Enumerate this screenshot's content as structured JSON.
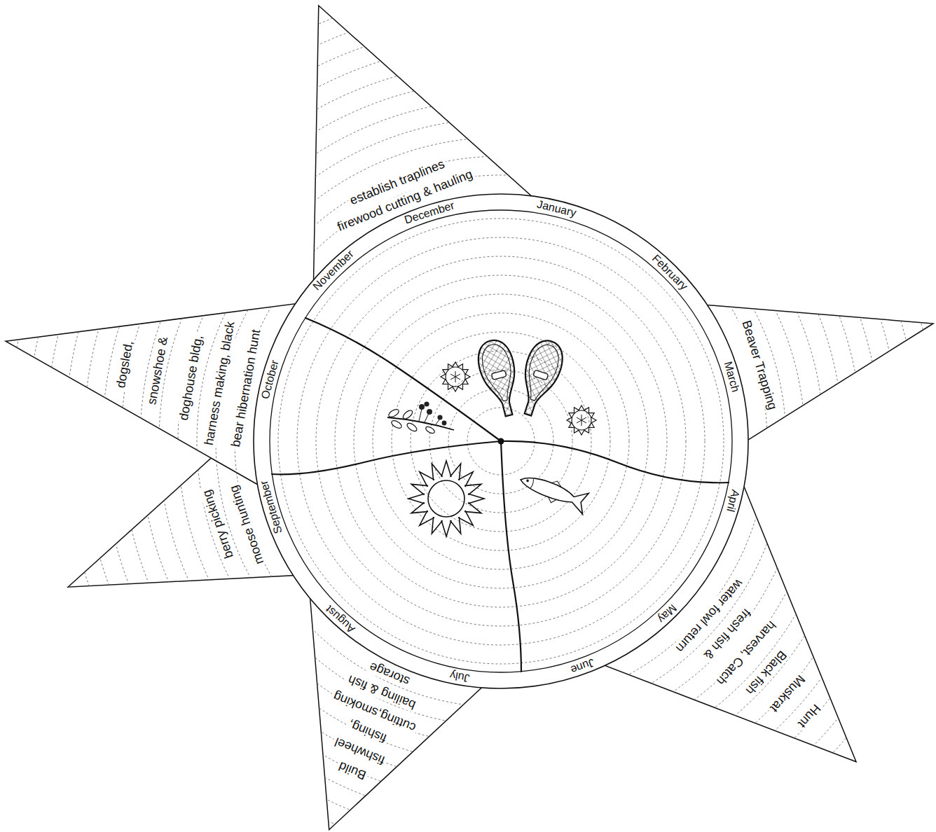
{
  "diagram": {
    "nodes": [
      {
        "text": [
          "January",
          "February",
          "March",
          "April",
          "May",
          "June",
          "July",
          "August",
          "September",
          "October",
          "November",
          "December"
        ]
      },
      {
        "text": [
          "establish traplines",
          "firewood cutting & hauling"
        ]
      },
      {
        "text": [
          "Beaver Trapping"
        ]
      },
      {
        "text": [
          "Hunt",
          "Muskrat",
          "Black fish",
          "harvest, Catch",
          "fresh fish &",
          "water fowl return"
        ]
      },
      {
        "text": [
          "Build",
          "fishwheel",
          "fishing,",
          "cutting,smoking",
          "bailing & fish",
          "storage"
        ]
      },
      {
        "text": [
          "berry picking",
          "moose hunting"
        ]
      },
      {
        "text": [
          "dogsled,",
          "snowshoe &",
          "doghouse bldg,",
          "harness making, black",
          "bear hibernation hunt"
        ]
      }
    ]
  }
}
